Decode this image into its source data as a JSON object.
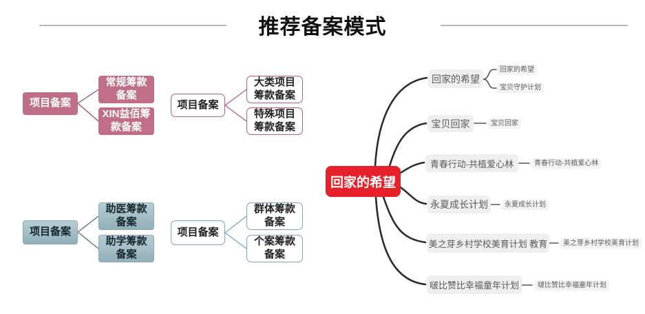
{
  "title": "推荐备案模式",
  "filing_groups": [
    {
      "style": "pink-solid",
      "parent": "项目备案",
      "children": [
        "常规筹款备案",
        "XIN益佰筹款备案"
      ]
    },
    {
      "style": "pink-outline",
      "parent": "项目备案",
      "children": [
        "大类项目筹款备案",
        "特殊项目筹款备案"
      ]
    },
    {
      "style": "teal-solid",
      "parent": "项目备案",
      "children": [
        "助医筹款备案",
        "助学筹款备案"
      ]
    },
    {
      "style": "blue-outline",
      "parent": "项目备案",
      "children": [
        "群体筹款备案",
        "个案筹款备案"
      ]
    }
  ],
  "mindmap": {
    "root": "回家的希望",
    "branches": [
      {
        "label": "回家的希望",
        "subs": [
          "回家的希望",
          "宝贝守护计划"
        ]
      },
      {
        "label": "宝贝回家",
        "subs": [
          "宝贝回家"
        ]
      },
      {
        "label": "青春行动-共植爱心林",
        "subs": [
          "青春行动-共植爱心林"
        ]
      },
      {
        "label": "永夏成长计划",
        "subs": [
          "永夏成长计划"
        ]
      },
      {
        "label": "美之芽乡村学校美育计划 教育",
        "subs": [
          "美之芽乡村学校美育计划"
        ]
      },
      {
        "label": "啵比赞比幸福童年计划",
        "subs": [
          "啵比赞比幸福童年计划"
        ]
      }
    ]
  },
  "colors": {
    "pink_fill": "#bf6e86",
    "pink_border": "#b85c78",
    "teal_fill_top": "#b7ced4",
    "teal_fill_bottom": "#91b0ba",
    "blue_border": "#7ba6ba",
    "root_red": "#e62129",
    "branch_bg": "#efefef",
    "curve_line": "#2b2b2b",
    "divider_gray": "#b9b9b9"
  }
}
